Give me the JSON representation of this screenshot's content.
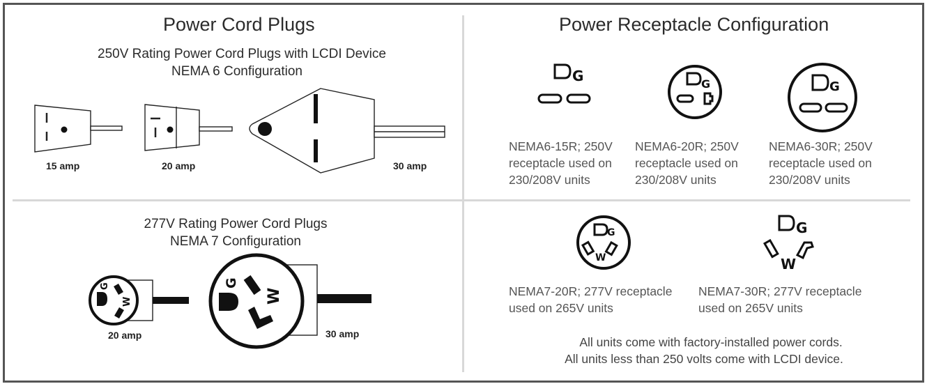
{
  "plugs": {
    "title": "Power Cord Plugs",
    "nema6": {
      "line1": "250V Rating Power Cord Plugs with LCDI Device",
      "line2": "NEMA 6 Configuration",
      "amps": [
        "15 amp",
        "20 amp",
        "30 amp"
      ]
    },
    "nema7": {
      "line1": "277V Rating Power Cord Plugs",
      "line2": "NEMA 7 Configuration",
      "amps": [
        "20 amp",
        "30 amp"
      ]
    }
  },
  "receptacles": {
    "title": "Power Receptacle Configuration",
    "nema6": [
      {
        "caption": "NEMA6-15R; 250V\nreceptacle used on\n230/208V units"
      },
      {
        "caption": "NEMA6-20R; 250V\nreceptacle used on\n230/208V units"
      },
      {
        "caption": "NEMA6-30R; 250V\nreceptacle used on\n230/208V units"
      }
    ],
    "nema7": [
      {
        "caption": "NEMA7-20R; 277V receptacle\nused on 265V units"
      },
      {
        "caption": "NEMA7-30R; 277V receptacle\nused on 265V units"
      }
    ],
    "note_line1": "All units come with factory-installed power cords.",
    "note_line2": "All units less than 250 volts come with LCDI device."
  },
  "labels": {
    "ground": "G",
    "white": "W"
  }
}
